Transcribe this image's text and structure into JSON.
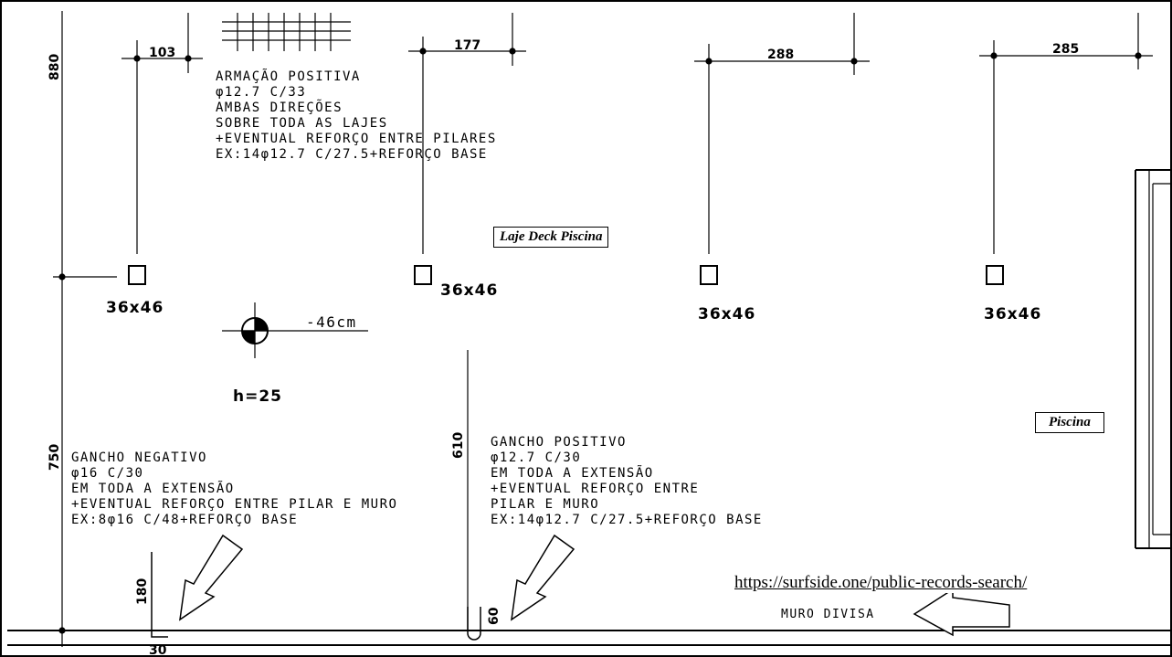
{
  "notes": {
    "armacao_positiva": [
      "ARMAÇÃO POSITIVA",
      "φ12.7 C/33",
      "AMBAS DIREÇÕES",
      "SOBRE TODA AS LAJES",
      "+EVENTUAL REFORÇO ENTRE PILARES",
      "EX:14φ12.7 C/27.5+REFORÇO BASE"
    ],
    "gancho_negativo": [
      "GANCHO NEGATIVO",
      "φ16 C/30",
      "EM TODA A EXTENSÃO",
      "+EVENTUAL REFORÇO ENTRE PILAR E MURO",
      "EX:8φ16 C/48+REFORÇO BASE"
    ],
    "gancho_positivo": [
      "GANCHO POSITIVO",
      "φ12.7 C/30",
      "EM TODA A EXTENSÃO",
      "+EVENTUAL REFORÇO ENTRE",
      "PILAR E MURO",
      "EX:14φ12.7 C/27.5+REFORÇO BASE"
    ]
  },
  "dimensions": {
    "top_880": "880",
    "left_750": "750",
    "mid_610": "610",
    "hook_180": "180",
    "hook_30": "30",
    "hook_60": "60",
    "span_103": "103",
    "span_177": "177",
    "span_288": "288",
    "span_285": "285"
  },
  "columns": [
    "36x46",
    "36x46",
    "36x46",
    "36x46"
  ],
  "level": {
    "value": "-46cm",
    "thickness": "h=25"
  },
  "labels": {
    "deck": "Laje Deck Piscina",
    "pool": "Piscina",
    "wall": "MURO DIVISA",
    "source_url": "https://surfside.one/public-records-search/"
  }
}
